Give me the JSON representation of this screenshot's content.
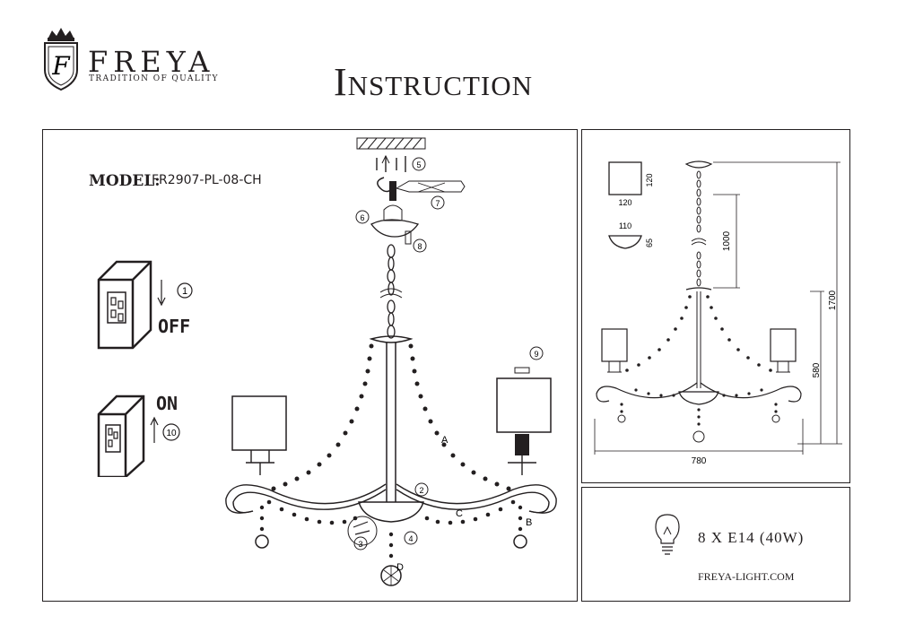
{
  "brand": {
    "name": "FREYA",
    "tagline": "TRADITION OF QUALITY",
    "logo_letter": "F"
  },
  "title": "Instruction",
  "model": {
    "label": "MODEL:",
    "value": "FR2907-PL-08-CH"
  },
  "switch": {
    "off_label": "OFF",
    "on_label": "ON",
    "off_step": "1",
    "on_step": "10"
  },
  "steps": [
    "2",
    "3",
    "4",
    "5",
    "6",
    "7",
    "8",
    "9"
  ],
  "parts": [
    "A",
    "B",
    "C",
    "D"
  ],
  "dimensions": {
    "shade_width": "120",
    "shade_height": "120",
    "canopy_width": "110",
    "canopy_height": "65",
    "chain": "1000",
    "total_height": "1700",
    "body_height": "580",
    "width": "780"
  },
  "spec": {
    "bulbs": "8 X E14 (40W)",
    "website": "FREYA-LIGHT.COM"
  }
}
